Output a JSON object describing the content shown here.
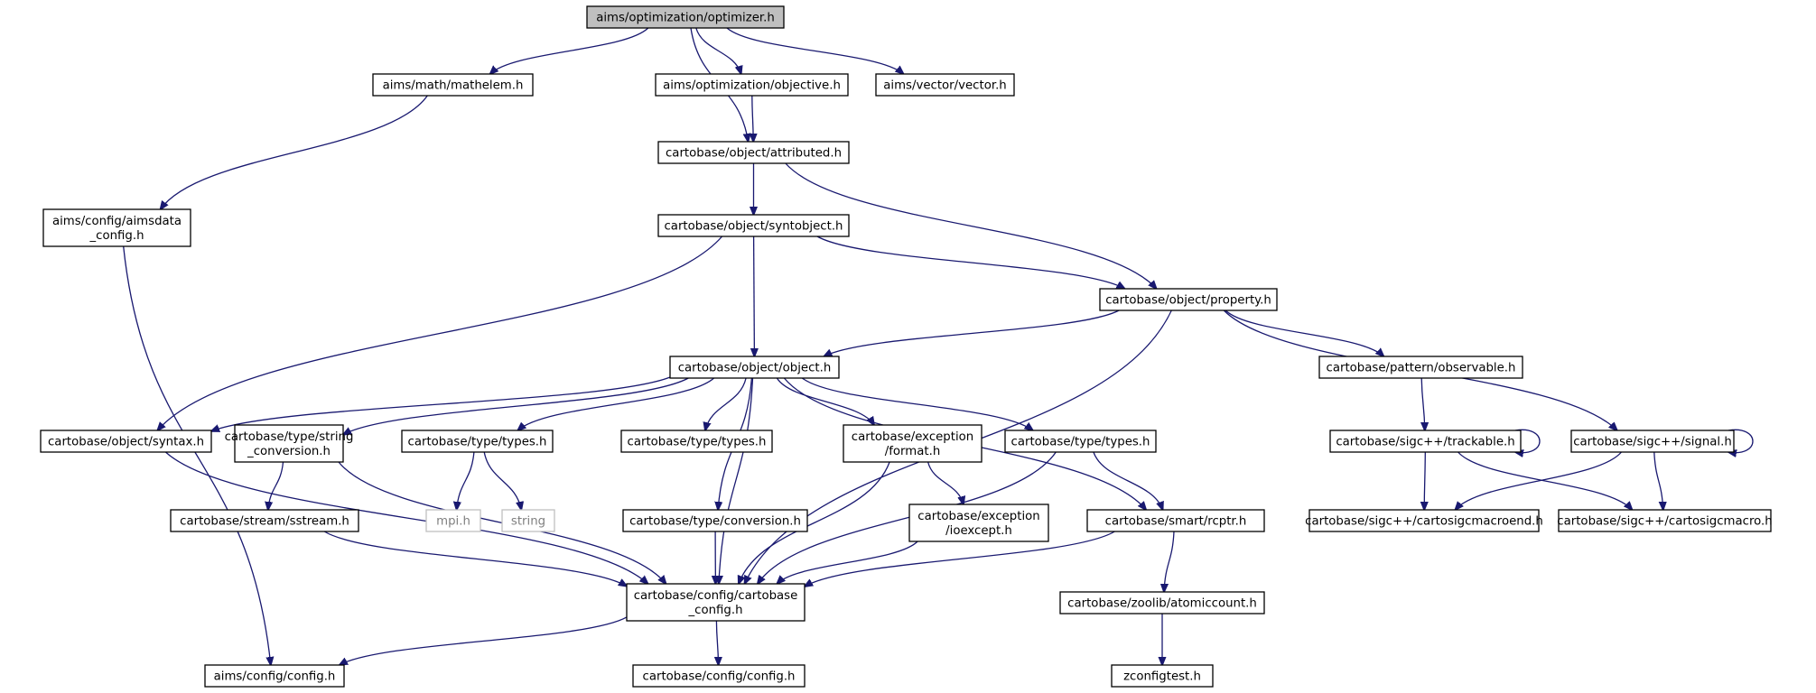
{
  "graph": {
    "nodes": [
      {
        "id": "optimizer",
        "lines": [
          "aims/optimization/optimizer.h"
        ],
        "style": "root"
      },
      {
        "id": "mathelem",
        "lines": [
          "aims/math/mathelem.h"
        ]
      },
      {
        "id": "objective",
        "lines": [
          "aims/optimization/objective.h"
        ]
      },
      {
        "id": "vector",
        "lines": [
          "aims/vector/vector.h"
        ]
      },
      {
        "id": "attributed",
        "lines": [
          "cartobase/object/attributed.h"
        ]
      },
      {
        "id": "aimsdata_config",
        "lines": [
          "aims/config/aimsdata",
          "_config.h"
        ]
      },
      {
        "id": "syntobject",
        "lines": [
          "cartobase/object/syntobject.h"
        ]
      },
      {
        "id": "property",
        "lines": [
          "cartobase/object/property.h"
        ]
      },
      {
        "id": "object",
        "lines": [
          "cartobase/object/object.h"
        ]
      },
      {
        "id": "observable",
        "lines": [
          "cartobase/pattern/observable.h"
        ]
      },
      {
        "id": "syntax",
        "lines": [
          "cartobase/object/syntax.h"
        ]
      },
      {
        "id": "string_conversion",
        "lines": [
          "cartobase/type/string",
          "_conversion.h"
        ]
      },
      {
        "id": "types_a",
        "lines": [
          "cartobase/type/types.h"
        ]
      },
      {
        "id": "types_b",
        "lines": [
          "cartobase/type/types.h"
        ]
      },
      {
        "id": "format",
        "lines": [
          "cartobase/exception",
          "/format.h"
        ]
      },
      {
        "id": "types_c",
        "lines": [
          "cartobase/type/types.h"
        ]
      },
      {
        "id": "trackable",
        "lines": [
          "cartobase/sigc++/trackable.h"
        ]
      },
      {
        "id": "signal",
        "lines": [
          "cartobase/sigc++/signal.h"
        ]
      },
      {
        "id": "mpi",
        "lines": [
          "mpi.h"
        ],
        "style": "ext"
      },
      {
        "id": "string",
        "lines": [
          "string"
        ],
        "style": "ext"
      },
      {
        "id": "sstream",
        "lines": [
          "cartobase/stream/sstream.h"
        ]
      },
      {
        "id": "conversion",
        "lines": [
          "cartobase/type/conversion.h"
        ]
      },
      {
        "id": "ioexcept",
        "lines": [
          "cartobase/exception",
          "/ioexcept.h"
        ]
      },
      {
        "id": "rcptr",
        "lines": [
          "cartobase/smart/rcptr.h"
        ]
      },
      {
        "id": "cartosigcmacroend",
        "lines": [
          "cartobase/sigc++/cartosigcmacroend.h"
        ]
      },
      {
        "id": "cartosigcmacro",
        "lines": [
          "cartobase/sigc++/cartosigcmacro.h"
        ]
      },
      {
        "id": "cartobase_config",
        "lines": [
          "cartobase/config/cartobase",
          "_config.h"
        ]
      },
      {
        "id": "atomiccount",
        "lines": [
          "cartobase/zoolib/atomiccount.h"
        ]
      },
      {
        "id": "aims_config",
        "lines": [
          "aims/config/config.h"
        ]
      },
      {
        "id": "cartobase_config_config",
        "lines": [
          "cartobase/config/config.h"
        ]
      },
      {
        "id": "zconfigtest",
        "lines": [
          "zconfigtest.h"
        ]
      }
    ],
    "edges": [
      [
        "optimizer",
        "mathelem"
      ],
      [
        "optimizer",
        "attributed"
      ],
      [
        "optimizer",
        "objective"
      ],
      [
        "optimizer",
        "vector"
      ],
      [
        "mathelem",
        "aimsdata_config"
      ],
      [
        "objective",
        "attributed"
      ],
      [
        "attributed",
        "syntobject"
      ],
      [
        "attributed",
        "property"
      ],
      [
        "aimsdata_config",
        "aims_config"
      ],
      [
        "syntobject",
        "syntax"
      ],
      [
        "syntobject",
        "object"
      ],
      [
        "syntobject",
        "property"
      ],
      [
        "property",
        "object"
      ],
      [
        "property",
        "observable"
      ],
      [
        "property",
        "signal"
      ],
      [
        "property",
        "cartobase_config"
      ],
      [
        "object",
        "syntax"
      ],
      [
        "object",
        "string_conversion"
      ],
      [
        "object",
        "types_a"
      ],
      [
        "object",
        "cartobase_config"
      ],
      [
        "object",
        "types_b"
      ],
      [
        "object",
        "conversion"
      ],
      [
        "object",
        "format"
      ],
      [
        "object",
        "types_c"
      ],
      [
        "object",
        "rcptr"
      ],
      [
        "observable",
        "trackable"
      ],
      [
        "syntax",
        "cartobase_config"
      ],
      [
        "string_conversion",
        "sstream"
      ],
      [
        "string_conversion",
        "cartobase_config"
      ],
      [
        "types_a",
        "mpi"
      ],
      [
        "types_a",
        "string"
      ],
      [
        "format",
        "ioexcept"
      ],
      [
        "format",
        "cartobase_config"
      ],
      [
        "types_c",
        "cartobase_config"
      ],
      [
        "types_c",
        "rcptr"
      ],
      [
        "trackable",
        "trackable"
      ],
      [
        "trackable",
        "cartosigcmacroend"
      ],
      [
        "trackable",
        "cartosigcmacro"
      ],
      [
        "signal",
        "cartosigcmacroend"
      ],
      [
        "signal",
        "signal"
      ],
      [
        "signal",
        "cartosigcmacro"
      ],
      [
        "sstream",
        "cartobase_config"
      ],
      [
        "conversion",
        "cartobase_config"
      ],
      [
        "ioexcept",
        "cartobase_config"
      ],
      [
        "rcptr",
        "cartobase_config"
      ],
      [
        "rcptr",
        "atomiccount"
      ],
      [
        "cartobase_config",
        "aims_config"
      ],
      [
        "cartobase_config",
        "cartobase_config_config"
      ],
      [
        "atomiccount",
        "zconfigtest"
      ]
    ]
  }
}
